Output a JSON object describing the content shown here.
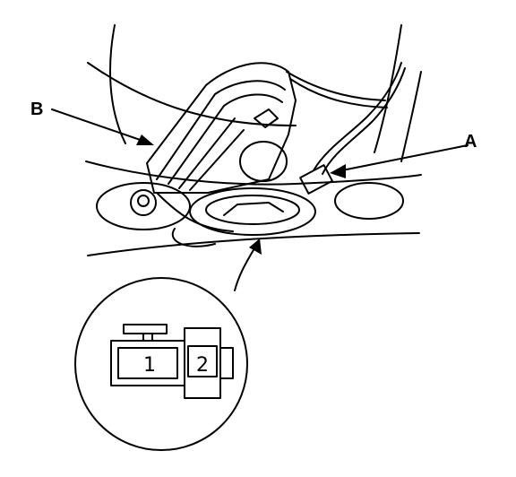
{
  "callouts": {
    "a": "A",
    "b": "B"
  },
  "connector_detail": {
    "pin_1": "1",
    "pin_2": "2"
  },
  "colors": {
    "line": "#000000",
    "background": "#ffffff"
  }
}
